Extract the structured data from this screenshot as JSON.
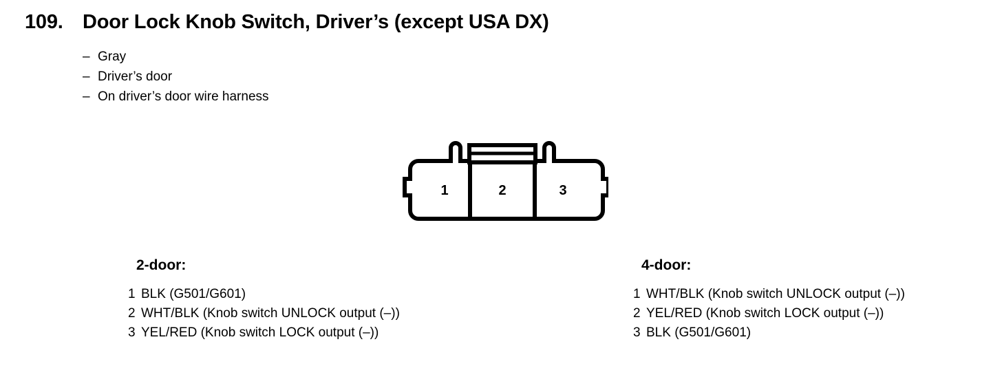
{
  "page": {
    "title_number": "109.",
    "title_text": "Door Lock Knob Switch, Driver’s (except USA DX)"
  },
  "specs": {
    "dash": "–",
    "items": [
      "Gray",
      "Driver’s door",
      "On driver’s door wire harness"
    ]
  },
  "connector": {
    "name": "3-pin-connector-diagram",
    "cavities": [
      {
        "label": "1"
      },
      {
        "label": "2"
      },
      {
        "label": "3"
      }
    ],
    "stroke_color": "#000000",
    "fill_color": "#ffffff"
  },
  "pin_tables": [
    {
      "title": "2-door:",
      "rows": [
        {
          "no": "1",
          "desc": "BLK (G501/G601)"
        },
        {
          "no": "2",
          "desc": "WHT/BLK (Knob switch UNLOCK output (–))"
        },
        {
          "no": "3",
          "desc": "YEL/RED (Knob switch LOCK output (–))"
        }
      ]
    },
    {
      "title": "4-door:",
      "rows": [
        {
          "no": "1",
          "desc": "WHT/BLK (Knob switch UNLOCK output (–))"
        },
        {
          "no": "2",
          "desc": "YEL/RED (Knob switch LOCK output (–))"
        },
        {
          "no": "3",
          "desc": "BLK (G501/G601)"
        }
      ]
    }
  ]
}
